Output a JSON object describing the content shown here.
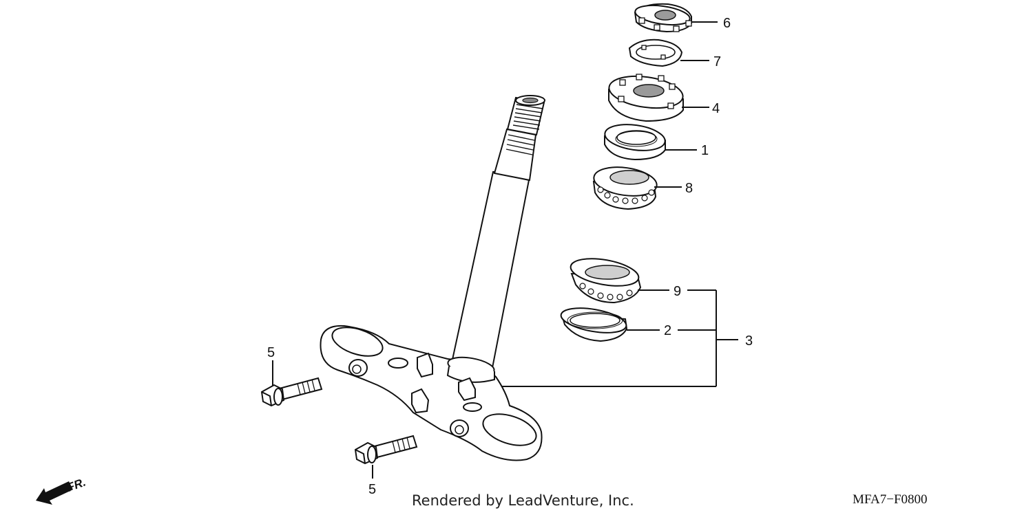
{
  "callouts": {
    "c1": "1",
    "c2": "2",
    "c3": "3",
    "c4": "4",
    "c5a": "5",
    "c5b": "5",
    "c6": "6",
    "c7": "7",
    "c8": "8",
    "c9": "9"
  },
  "direction": {
    "label": "FR."
  },
  "footer": {
    "credit": "Rendered by LeadVenture, Inc.",
    "code": "MFA7−F0800"
  }
}
